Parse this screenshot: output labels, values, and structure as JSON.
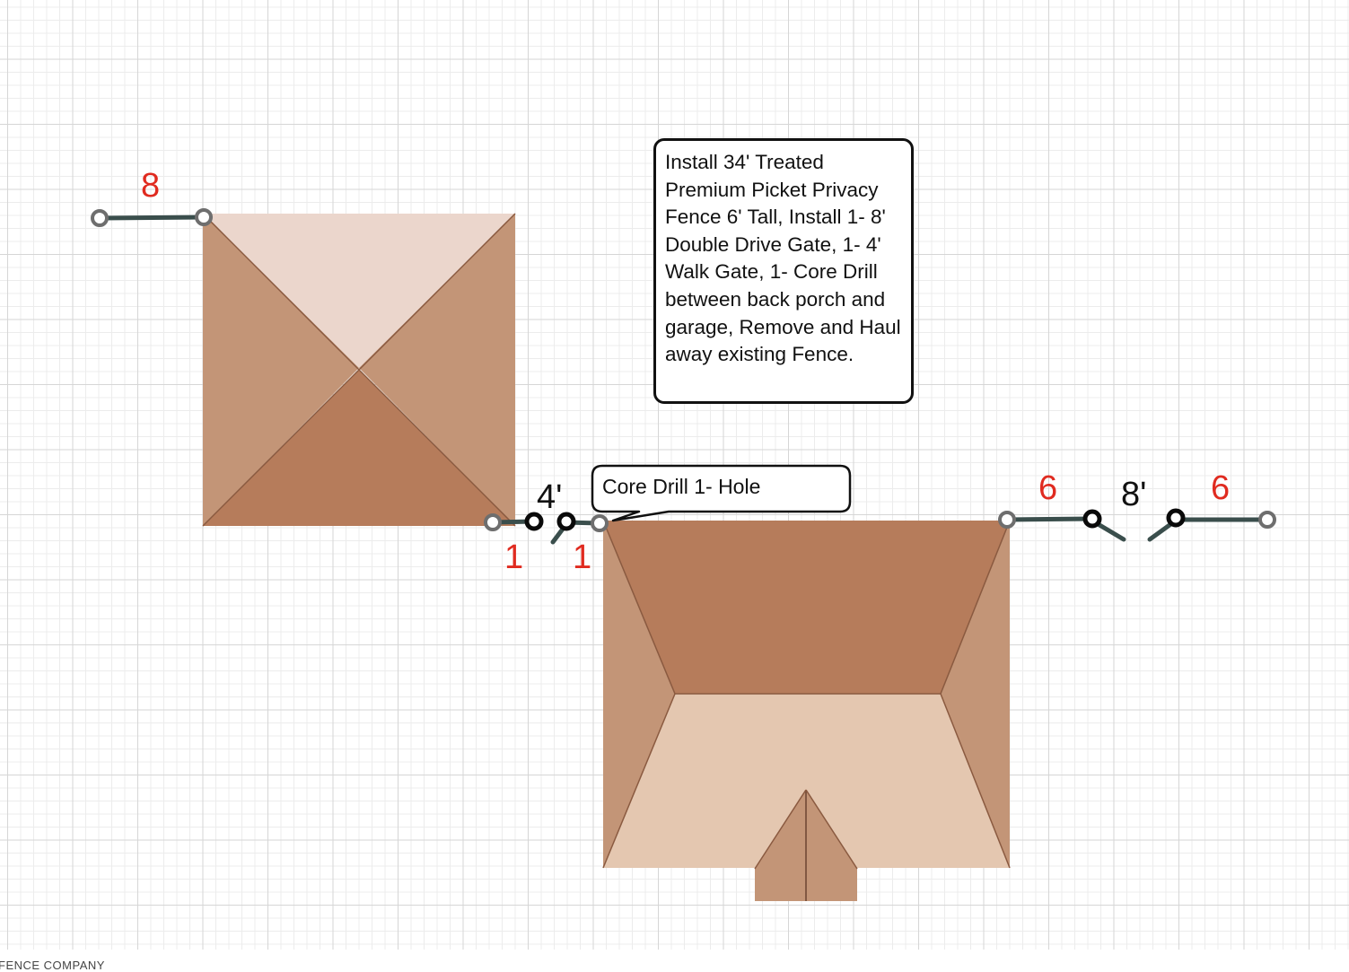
{
  "note": {
    "text": "Install 34' Treated Premium Picket Privacy Fence 6' Tall, Install 1- 8' Double Drive Gate, 1- 4' Walk Gate, 1- Core Drill between back porch and garage, Remove and Haul away existing Fence."
  },
  "callout": {
    "text": "Core Drill 1- Hole"
  },
  "dimensions": {
    "left_top": "8",
    "small_left": "1",
    "small_right": "1",
    "walk_gate": "4'",
    "right_left": "6",
    "drive_gate": "8'",
    "right_right": "6"
  },
  "footer": {
    "text": "FENCE COMPANY"
  },
  "colors": {
    "fence_line": "#3a4e4c",
    "post": "#6e6e6e",
    "roof_light": "#ebd6cc",
    "roof_medium": "#c39577",
    "roof_dark": "#b67c5b",
    "roof_pale": "#e4c7b0",
    "dimension_red": "#e02b20"
  }
}
